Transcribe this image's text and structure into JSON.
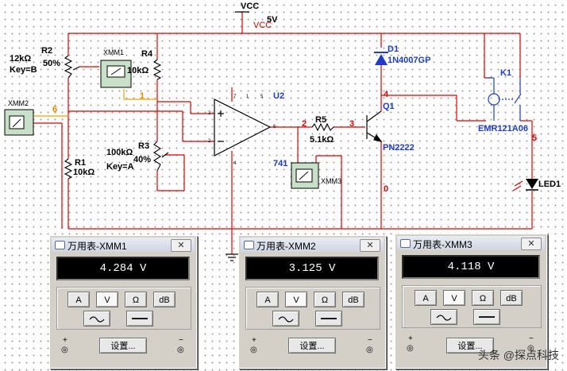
{
  "schematic": {
    "vcc_label": "VCC",
    "vcc_value": "5V",
    "vcc_net": "VCC",
    "r2": {
      "name": "R2",
      "value": "12kΩ",
      "pct": "50%",
      "key": "Key=B"
    },
    "r4": {
      "name": "R4",
      "value": "10kΩ"
    },
    "r1": {
      "name": "R1",
      "value": "10kΩ"
    },
    "r3": {
      "name": "R3",
      "value": "100kΩ",
      "pct": "40%",
      "key": "Key=A"
    },
    "r5": {
      "name": "R5",
      "value": "5.1kΩ"
    },
    "u2": {
      "name": "U2",
      "part": "741",
      "pins": [
        "7",
        "1",
        "5",
        "3",
        "2",
        "6",
        "4"
      ]
    },
    "d1": {
      "name": "D1",
      "part": "1N4007GP"
    },
    "q1": {
      "name": "Q1",
      "part": "PN2222"
    },
    "k1": {
      "name": "K1",
      "part": "EMR121A06"
    },
    "led": {
      "name": "LED1"
    },
    "xmm1": "XMM1",
    "xmm2": "XMM2",
    "xmm3": "XMM3",
    "nets": {
      "n1": "1",
      "n2": "2",
      "n3": "3",
      "n4": "4",
      "n5": "5",
      "n6": "6",
      "n0": "0"
    }
  },
  "multimeters": [
    {
      "title": "万用表-XMM1",
      "reading": "4.284 V",
      "buttons": [
        "A",
        "V",
        "Ω",
        "dB"
      ],
      "settings": "设置...",
      "plus": "+",
      "minus": "−"
    },
    {
      "title": "万用表-XMM2",
      "reading": "3.125 V",
      "buttons": [
        "A",
        "V",
        "Ω",
        "dB"
      ],
      "settings": "设置...",
      "plus": "+",
      "minus": "−"
    },
    {
      "title": "万用表-XMM3",
      "reading": "4.118 V",
      "buttons": [
        "A",
        "V",
        "Ω",
        "dB"
      ],
      "settings": "设置...",
      "plus": "+",
      "minus": "−"
    }
  ],
  "watermark": "头条 @探点科技",
  "colors": {
    "wire": "#e00000",
    "wire_orange": "#f0a000",
    "label_blue": "#1e3cc8"
  }
}
